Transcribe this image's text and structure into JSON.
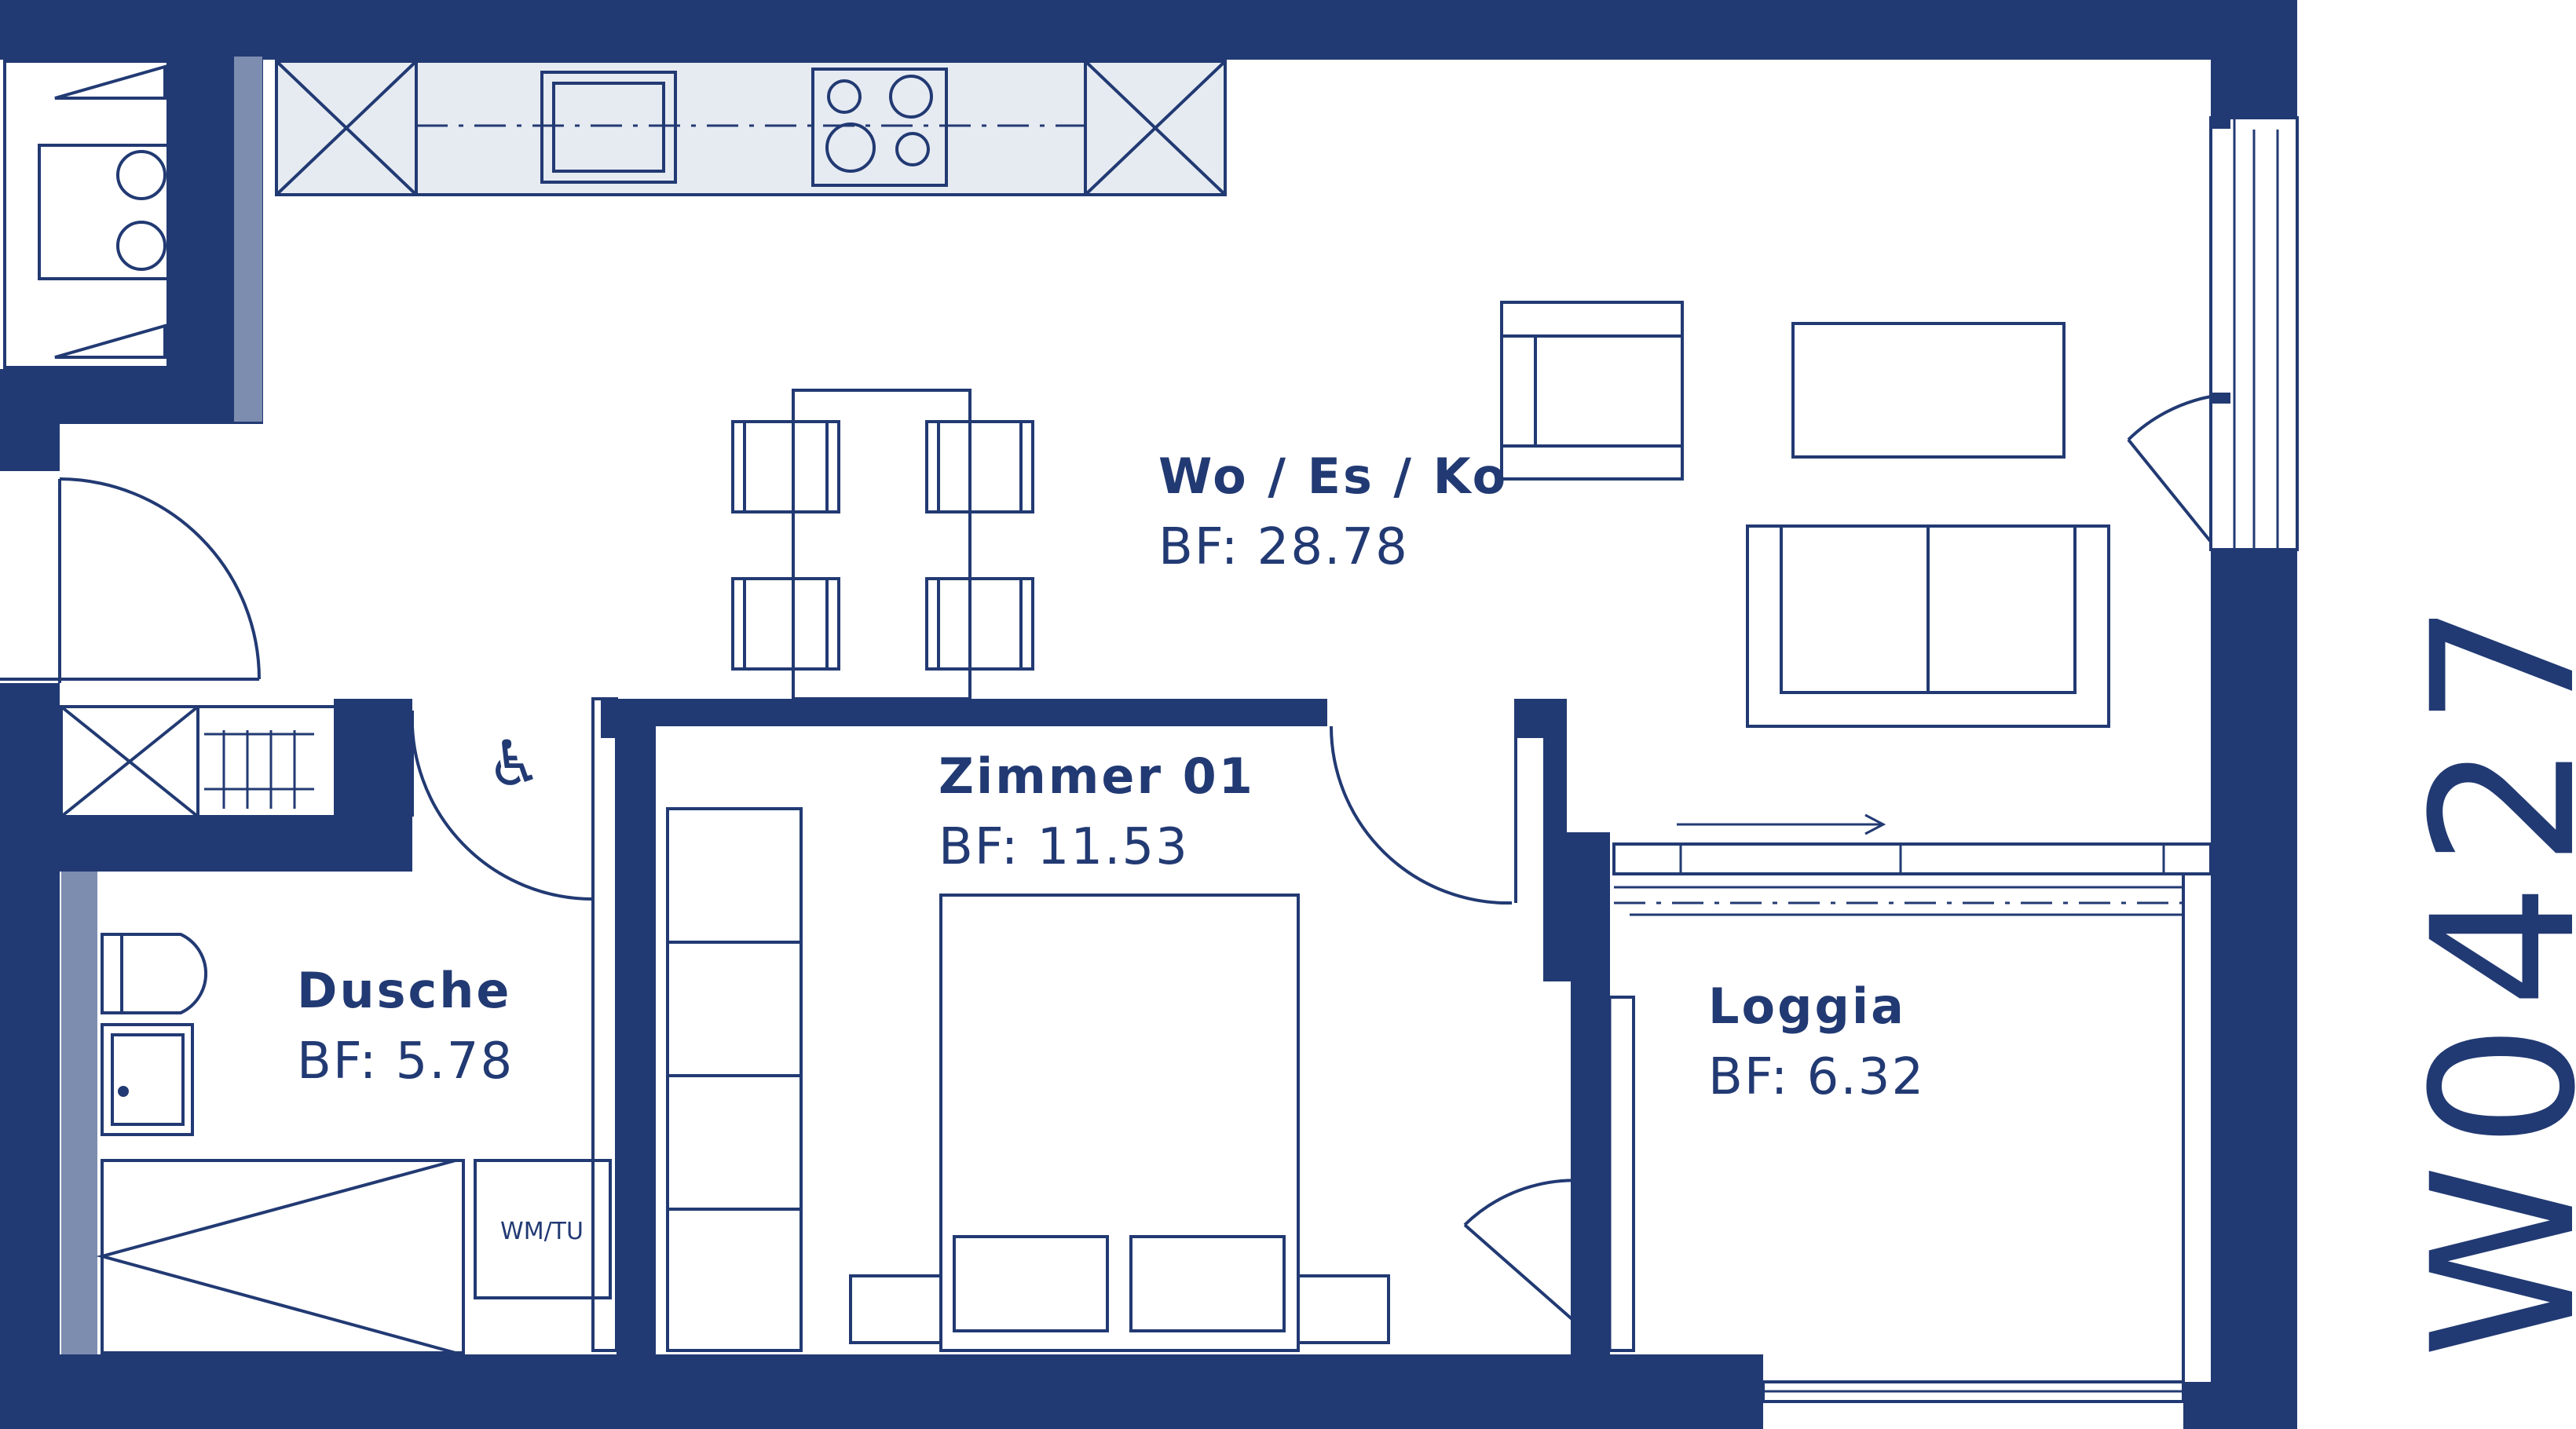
{
  "unit": {
    "id": "W0427"
  },
  "rooms": [
    {
      "name": "Wo / Es / Ko",
      "area": "BF: 28.78"
    },
    {
      "name": "Zimmer 01",
      "area": "BF: 11.53"
    },
    {
      "name": "Dusche",
      "area": "BF: 5.78"
    },
    {
      "name": "Loggia",
      "area": "BF: 6.32"
    }
  ],
  "fixtures": {
    "washer_dryer": "WM/TU"
  },
  "icons": {
    "accessible": "wheelchair-icon"
  },
  "colors": {
    "wall": "#223a73",
    "accent": "#7d8db0",
    "counter": "#e6ebf2"
  }
}
